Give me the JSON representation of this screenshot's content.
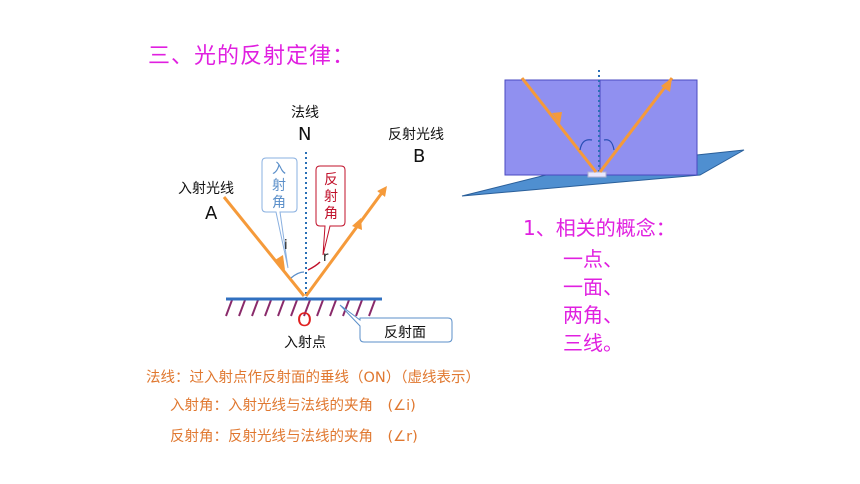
{
  "slide": {
    "title": "三、光的反射定律：",
    "normal_label": "法线",
    "normal_letter": "N",
    "reflected_label": "反射光线",
    "reflected_letter": "B",
    "incident_label": "入射光线",
    "incident_letter": "A",
    "incidence_angle_callout": "入射角",
    "reflection_angle_callout": "反射角",
    "angle_i": "i",
    "angle_r": "r",
    "point_letter": "O",
    "point_label": "入射点",
    "surface_label": "反射面",
    "concepts": {
      "heading": "1、相关的概念：",
      "items": [
        "一点、",
        "一面、",
        "两角、",
        "三线。"
      ]
    },
    "definitions": [
      "法线：过入射点作反射面的垂线（ON）（虚线表示）",
      "入射角：入射光线与法线的夹角　(∠i)",
      "反射角：反射光线与法线的夹角　(∠r)"
    ]
  },
  "colors": {
    "title": "#e020e0",
    "ray": "#f59a3a",
    "normal": "#2a6fb5",
    "surface": "#3070c0",
    "hatch": "#8a2a6a",
    "incidence_callout": "#5b8fc9",
    "reflection_callout": "#c0102a",
    "definition_text": "#e07830",
    "panel_fill": "#9090f0",
    "floor_fill": "#4f8fd0"
  }
}
